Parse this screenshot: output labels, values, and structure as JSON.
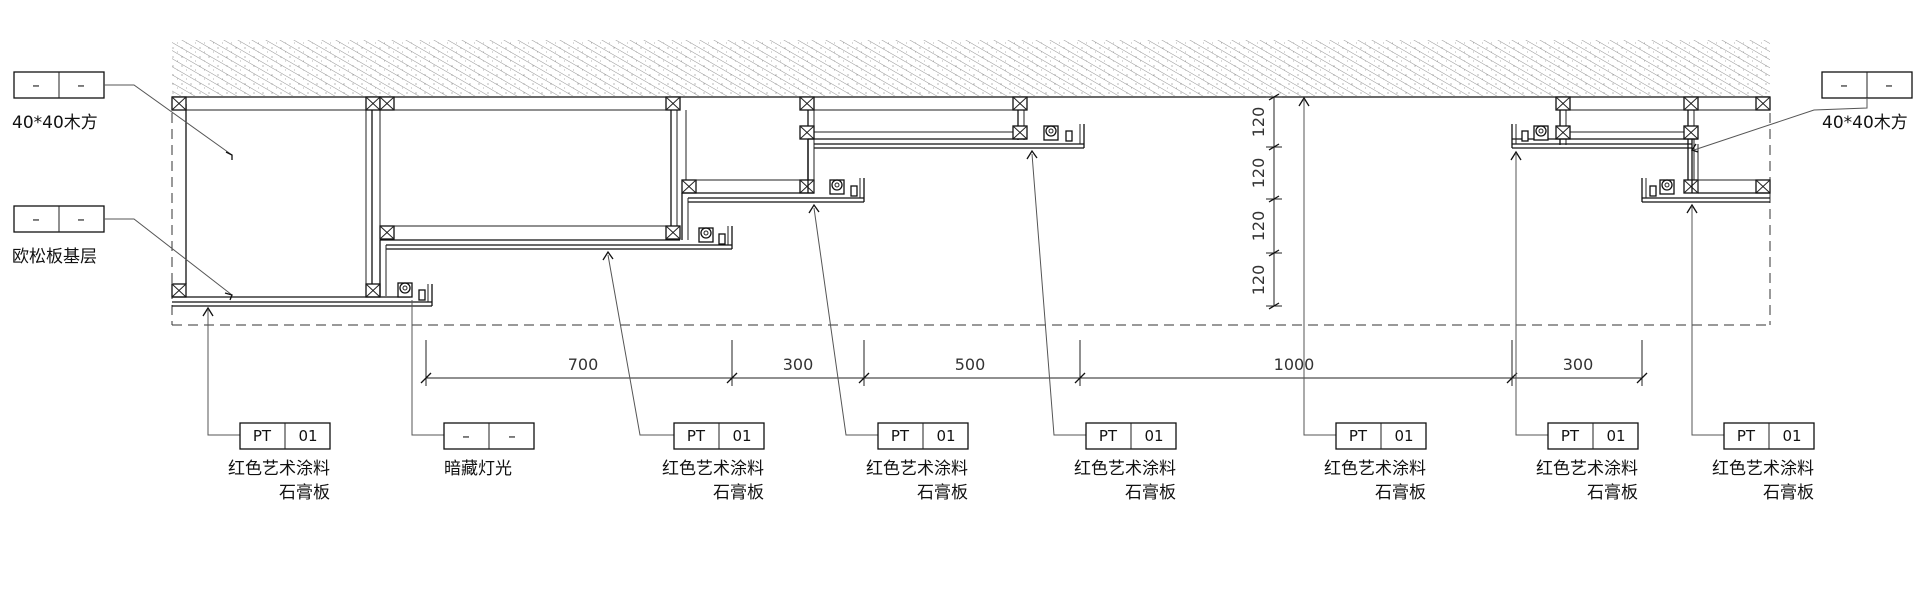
{
  "left_tags": [
    {
      "code": "–",
      "num": "–",
      "label": "40*40木方"
    },
    {
      "code": "–",
      "num": "–",
      "label": "欧松板基层"
    }
  ],
  "right_tag": {
    "code": "–",
    "num": "–",
    "label": "40*40木方"
  },
  "dimensions_horizontal": [
    "700",
    "300",
    "500",
    "1000",
    "300"
  ],
  "dimensions_vertical": [
    "120",
    "120",
    "120",
    "120"
  ],
  "bottom_tags": [
    {
      "code": "PT",
      "num": "01",
      "line1": "红色艺术涂料",
      "line2": "石膏板"
    },
    {
      "code": "–",
      "num": "–",
      "line1": "暗藏灯光",
      "line2": ""
    },
    {
      "code": "PT",
      "num": "01",
      "line1": "红色艺术涂料",
      "line2": "石膏板"
    },
    {
      "code": "PT",
      "num": "01",
      "line1": "红色艺术涂料",
      "line2": "石膏板"
    },
    {
      "code": "PT",
      "num": "01",
      "line1": "红色艺术涂料",
      "line2": "石膏板"
    },
    {
      "code": "PT",
      "num": "01",
      "line1": "红色艺术涂料",
      "line2": "石膏板"
    },
    {
      "code": "PT",
      "num": "01",
      "line1": "红色艺术涂料",
      "line2": "石膏板"
    },
    {
      "code": "PT",
      "num": "01",
      "line1": "红色艺术涂料",
      "line2": "石膏板"
    }
  ]
}
